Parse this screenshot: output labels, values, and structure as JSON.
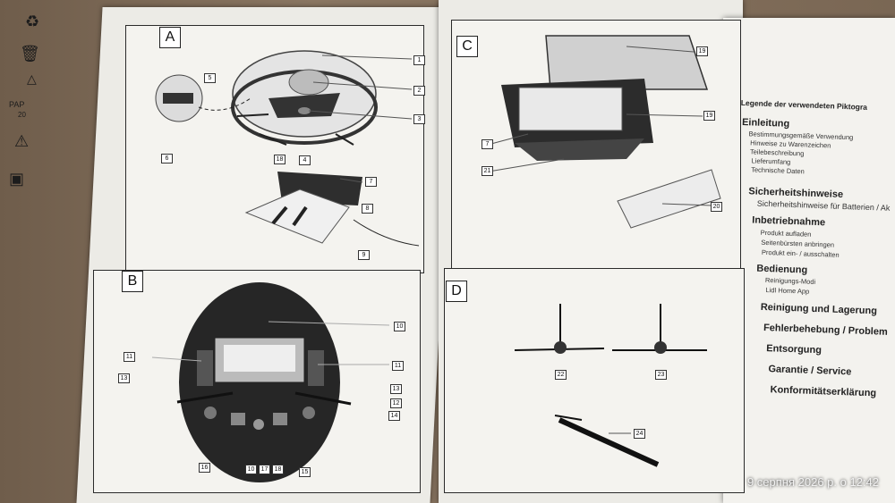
{
  "panels": {
    "a": "A",
    "b": "B",
    "c": "C",
    "d": "D"
  },
  "callouts": {
    "a": [
      "1",
      "2",
      "3",
      "4",
      "5",
      "6",
      "7",
      "8",
      "9",
      "18"
    ],
    "b": [
      "10",
      "11",
      "11",
      "13",
      "13",
      "12",
      "14",
      "16",
      "10",
      "17",
      "18",
      "15"
    ],
    "c": [
      "19",
      "19",
      "7",
      "21",
      "20"
    ],
    "d": [
      "22",
      "23",
      "24"
    ]
  },
  "toc": {
    "legend": "Legende der verwendeten Piktogra",
    "sections": [
      {
        "title": "Einleitung",
        "items": [
          "Bestimmungsgemäße Verwendung",
          "Hinweise zu Warenzeichen",
          "Teilebeschreibung",
          "Lieferumfang",
          "Technische Daten"
        ]
      },
      {
        "title": "Sicherheitshinweise",
        "items": [
          "Sicherheitshinweise für Batterien / Ak"
        ]
      },
      {
        "title": "Inbetriebnahme",
        "items": [
          "Produkt aufladen",
          "Seitenbürsten anbringen",
          "Produkt ein- / ausschalten"
        ]
      },
      {
        "title": "Bedienung",
        "items": [
          "Reinigungs-Modi",
          "Lidl Home App"
        ]
      },
      {
        "title": "Reinigung und Lagerung",
        "items": []
      },
      {
        "title": "Fehlerbehebung / Problem",
        "items": []
      },
      {
        "title": "Entsorgung",
        "items": []
      },
      {
        "title": "Garantie / Service",
        "items": []
      },
      {
        "title": "Konformitätserklärung",
        "items": []
      }
    ]
  },
  "box_marks": {
    "pap": "PAP",
    "num": "20"
  },
  "timestamp": "9 серпня 2026 р. о 12:42"
}
